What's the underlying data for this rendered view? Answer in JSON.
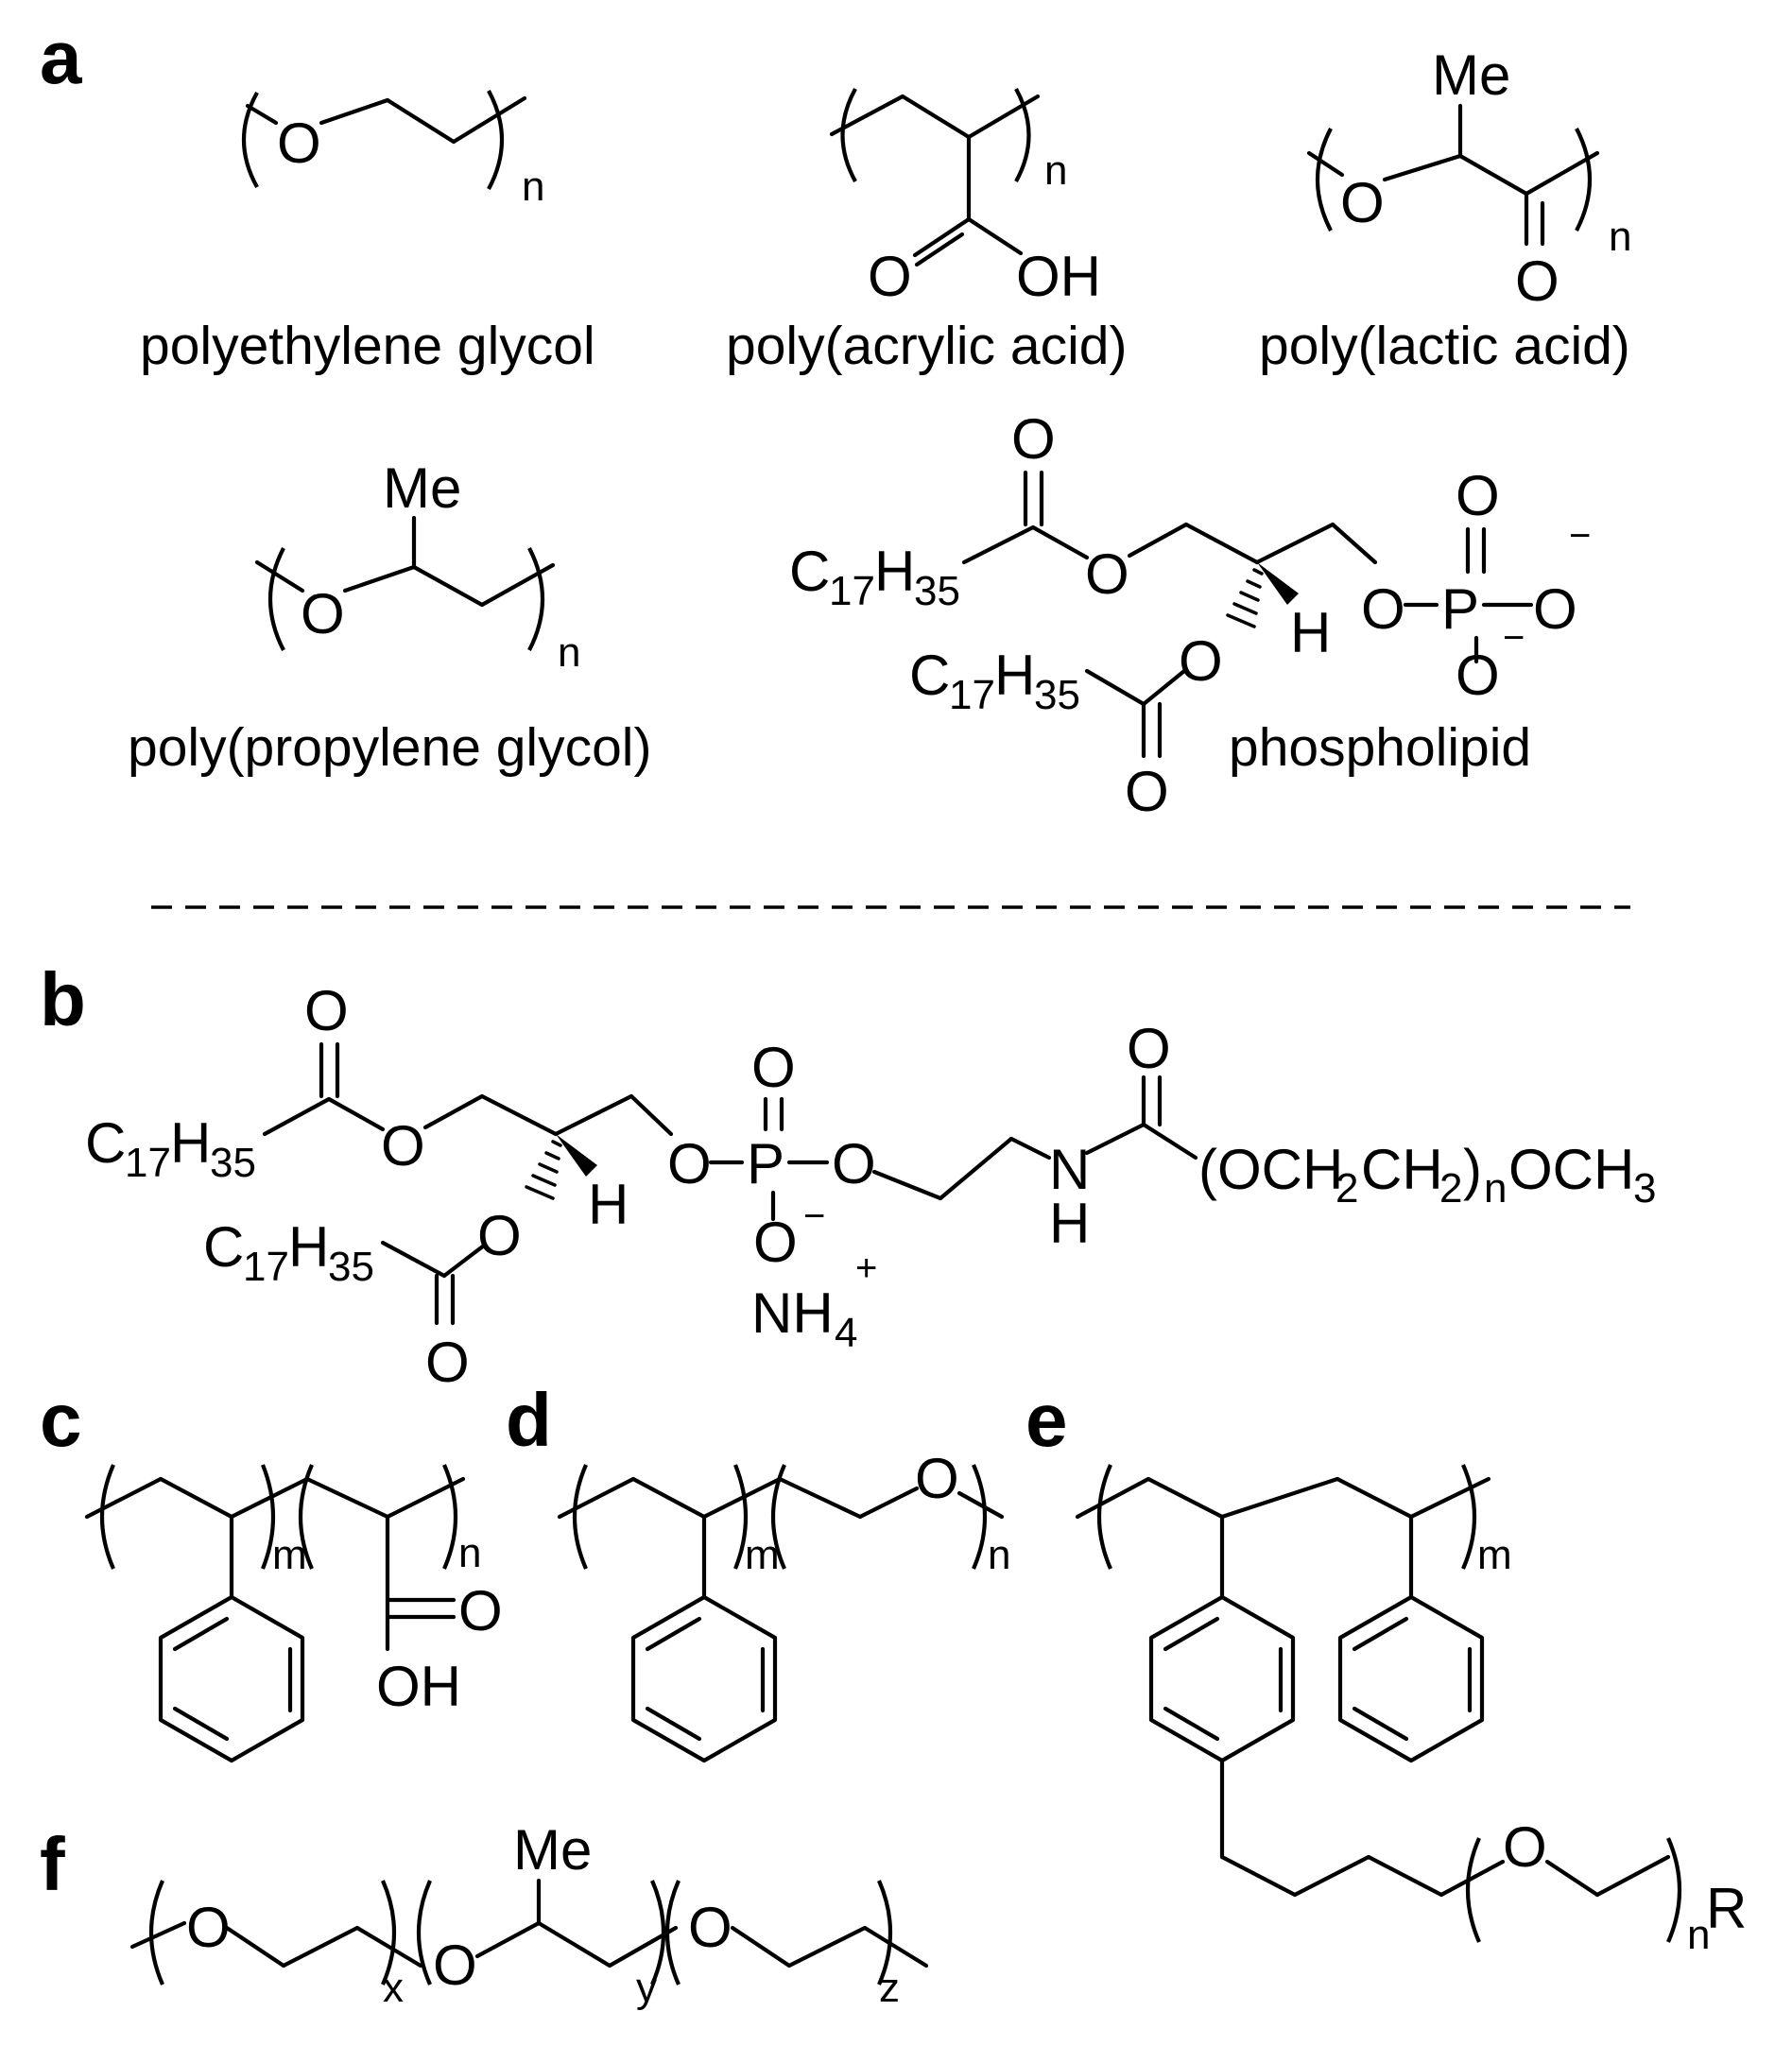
{
  "panels": {
    "a": {
      "label": "a",
      "peg": "polyethylene glycol",
      "paa": "poly(acrylic acid)",
      "pla": "poly(lactic acid)",
      "ppg": "poly(propylene glycol)",
      "phospholipid": "phospholipid"
    },
    "b": {
      "label": "b"
    },
    "c": {
      "label": "c"
    },
    "d": {
      "label": "d"
    },
    "e": {
      "label": "e"
    },
    "f": {
      "label": "f"
    }
  },
  "atoms": {
    "O": "O",
    "OH": "OH",
    "Me": "Me",
    "P": "P",
    "H": "H",
    "N": "N",
    "R": "R",
    "C": "C",
    "minus": "−",
    "plus": "+",
    "NH": "NH",
    "four": "4",
    "chain_17": "17",
    "chain_35": "35",
    "peg_tail": "(OCH",
    "peg_tail_2": "2",
    "peg_tail_ch": "CH",
    "peg_tail_close": ")",
    "peg_tail_och": "OCH",
    "peg_tail_3": "3"
  },
  "subscripts": {
    "n": "n",
    "m": "m",
    "x": "x",
    "y": "y",
    "z": "z"
  }
}
